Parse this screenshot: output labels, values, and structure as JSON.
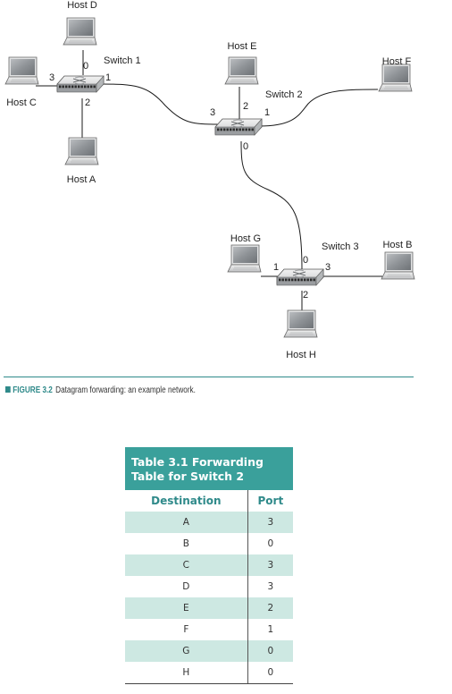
{
  "diagram": {
    "switches": [
      {
        "id": "s1",
        "label": "Switch 1",
        "ports": [
          "0",
          "1",
          "2",
          "3"
        ]
      },
      {
        "id": "s2",
        "label": "Switch 2",
        "ports": [
          "0",
          "1",
          "2",
          "3"
        ]
      },
      {
        "id": "s3",
        "label": "Switch 3",
        "ports": [
          "0",
          "1",
          "2",
          "3"
        ]
      }
    ],
    "hosts": [
      {
        "id": "D",
        "label": "Host D"
      },
      {
        "id": "C",
        "label": "Host C"
      },
      {
        "id": "A",
        "label": "Host A"
      },
      {
        "id": "E",
        "label": "Host E"
      },
      {
        "id": "F",
        "label": "Host F"
      },
      {
        "id": "G",
        "label": "Host G"
      },
      {
        "id": "B",
        "label": "Host B"
      },
      {
        "id": "H",
        "label": "Host H"
      }
    ],
    "links": [
      {
        "from": "s1",
        "from_port": "0",
        "to": "D"
      },
      {
        "from": "s1",
        "from_port": "3",
        "to": "C"
      },
      {
        "from": "s1",
        "from_port": "2",
        "to": "A"
      },
      {
        "from": "s1",
        "from_port": "1",
        "to": "s2",
        "to_port": "3"
      },
      {
        "from": "s2",
        "from_port": "2",
        "to": "E"
      },
      {
        "from": "s2",
        "from_port": "1",
        "to": "F"
      },
      {
        "from": "s2",
        "from_port": "0",
        "to": "s3",
        "to_port": "0"
      },
      {
        "from": "s3",
        "from_port": "1",
        "to": "G"
      },
      {
        "from": "s3",
        "from_port": "3",
        "to": "B"
      },
      {
        "from": "s3",
        "from_port": "2",
        "to": "H"
      }
    ]
  },
  "caption": {
    "figure": "FIGURE 3.2",
    "text": "Datagram forwarding: an example network."
  },
  "table": {
    "title": "Table 3.1 Forwarding Table for Switch 2",
    "columns": [
      "Destination",
      "Port"
    ],
    "rows": [
      [
        "A",
        "3"
      ],
      [
        "B",
        "0"
      ],
      [
        "C",
        "3"
      ],
      [
        "D",
        "3"
      ],
      [
        "E",
        "2"
      ],
      [
        "F",
        "1"
      ],
      [
        "G",
        "0"
      ],
      [
        "H",
        "0"
      ]
    ],
    "shade_color": "#cde8e2",
    "header_color": "#3aa09b"
  },
  "colors": {
    "accent": "#2f8a8a"
  }
}
